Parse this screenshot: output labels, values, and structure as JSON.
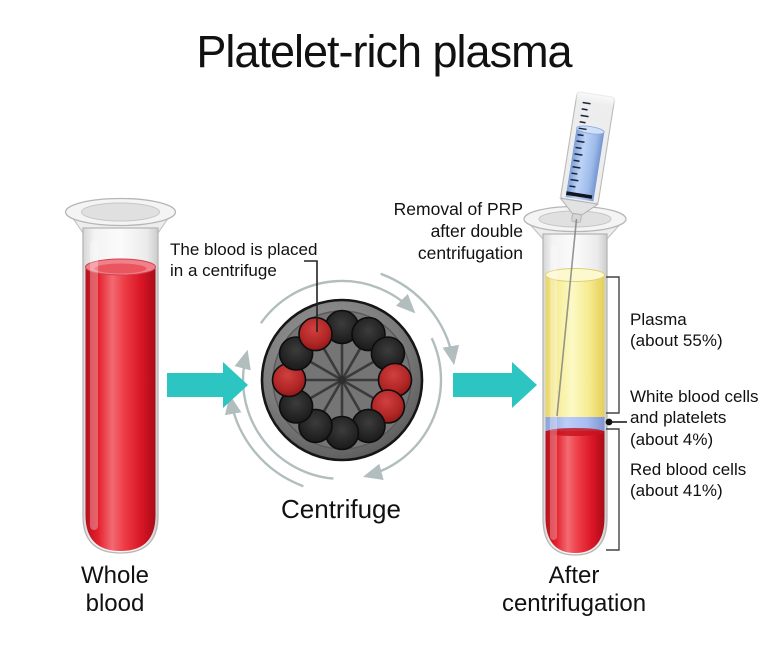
{
  "title": "Platelet-rich plasma",
  "left_tube": {
    "label": "Whole\nblood"
  },
  "centrifuge": {
    "label": "Centrifuge",
    "callout": "The blood is placed\nin a centrifuge",
    "slots_total": 12,
    "slots_with_blood": 4
  },
  "syringe_callout": "Removal of PRP\nafter double\ncentrifugation",
  "result_tube": {
    "label": "After\ncentrifugation",
    "layers": [
      {
        "id": "plasma",
        "label": "Plasma\n(about 55%)",
        "percent": 55,
        "color": "#f8f1a2"
      },
      {
        "id": "white-blood-cells-and-platelets",
        "label": "White blood cells\nand platelets\n(about 4%)",
        "percent": 4,
        "color": "#a6bbf0"
      },
      {
        "id": "red-blood-cells",
        "label": "Red blood cells\n(about 41%)",
        "percent": 41,
        "color": "#e5202a"
      }
    ]
  },
  "colors": {
    "flow_arrow": "#2cc5c1",
    "whole_blood": "#e5202a",
    "plasma": "#f8f1a2",
    "buffy_coat": "#a6bbf0",
    "rotor_gray": "#7c7c7c",
    "text": "#111111"
  }
}
